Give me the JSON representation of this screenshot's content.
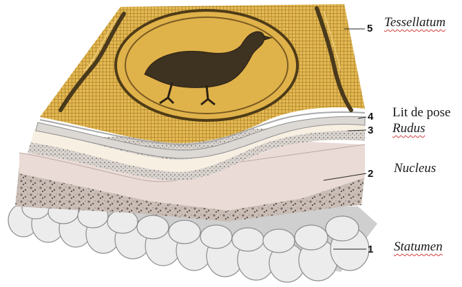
{
  "layers": [
    {
      "number": "5",
      "name": "Tessellatum"
    },
    {
      "number": "4",
      "name": "Lit de pose"
    },
    {
      "number": "3",
      "name": "Rudus"
    },
    {
      "number": "2",
      "name": "Nucleus"
    },
    {
      "number": "1",
      "name": "Statumen"
    }
  ],
  "colors": {
    "mosaic_gold": "#d9a93f",
    "mosaic_dark": "#5a4420",
    "rudus_cream": "#f8efe3",
    "nucleus_pink": "#eadbd6",
    "aggregate": "#b9aba6",
    "stone_gray": "#e8e8e8"
  },
  "icons": [
    "bird-motif-icon",
    "guilloche-border-icon"
  ]
}
